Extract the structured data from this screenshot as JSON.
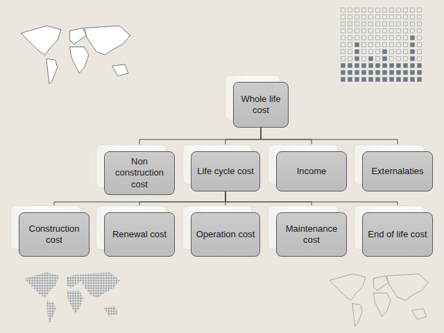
{
  "diagram": {
    "nodes": [
      {
        "text": [
          "Whole life cost"
        ]
      },
      {
        "text": [
          "Non construction cost"
        ]
      },
      {
        "text": [
          "Life cycle cost"
        ]
      },
      {
        "text": [
          "Income"
        ]
      },
      {
        "text": [
          "Externalaties"
        ]
      },
      {
        "text": [
          "Construction cost"
        ]
      },
      {
        "text": [
          "Renewal cost"
        ]
      },
      {
        "text": [
          "Operation cost"
        ]
      },
      {
        "text": [
          "Maintenance cost"
        ]
      },
      {
        "text": [
          "End of life cost"
        ]
      }
    ],
    "edges": [
      {
        "from": 0,
        "to": 1,
        "arrow": "none"
      },
      {
        "from": 0,
        "to": 2,
        "arrow": "none"
      },
      {
        "from": 0,
        "to": 3,
        "arrow": "none"
      },
      {
        "from": 0,
        "to": 4,
        "arrow": "none"
      },
      {
        "from": 2,
        "to": 5,
        "arrow": "none"
      },
      {
        "from": 2,
        "to": 6,
        "arrow": "none"
      },
      {
        "from": 2,
        "to": 7,
        "arrow": "none"
      },
      {
        "from": 2,
        "to": 8,
        "arrow": "none"
      },
      {
        "from": 2,
        "to": 9,
        "arrow": "none"
      }
    ]
  }
}
